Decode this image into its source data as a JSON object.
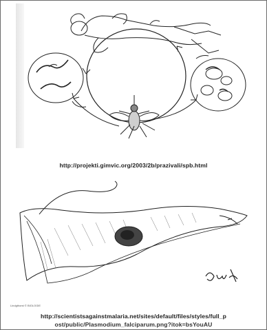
{
  "images": [
    {
      "caption": "http://projekti.gimvic.org/2003/2b/prazivali/spb.html"
    },
    {
      "credit": "Lindgthorst © BIOLOGIE",
      "signature": "Guy /96",
      "caption_line1": "http://scientistsagainstmalaria.net/sites/default/files/styles/full_p",
      "caption_line2": "ost/public/Plasmodium_falciparum.png?itok=bsYouAU"
    }
  ]
}
